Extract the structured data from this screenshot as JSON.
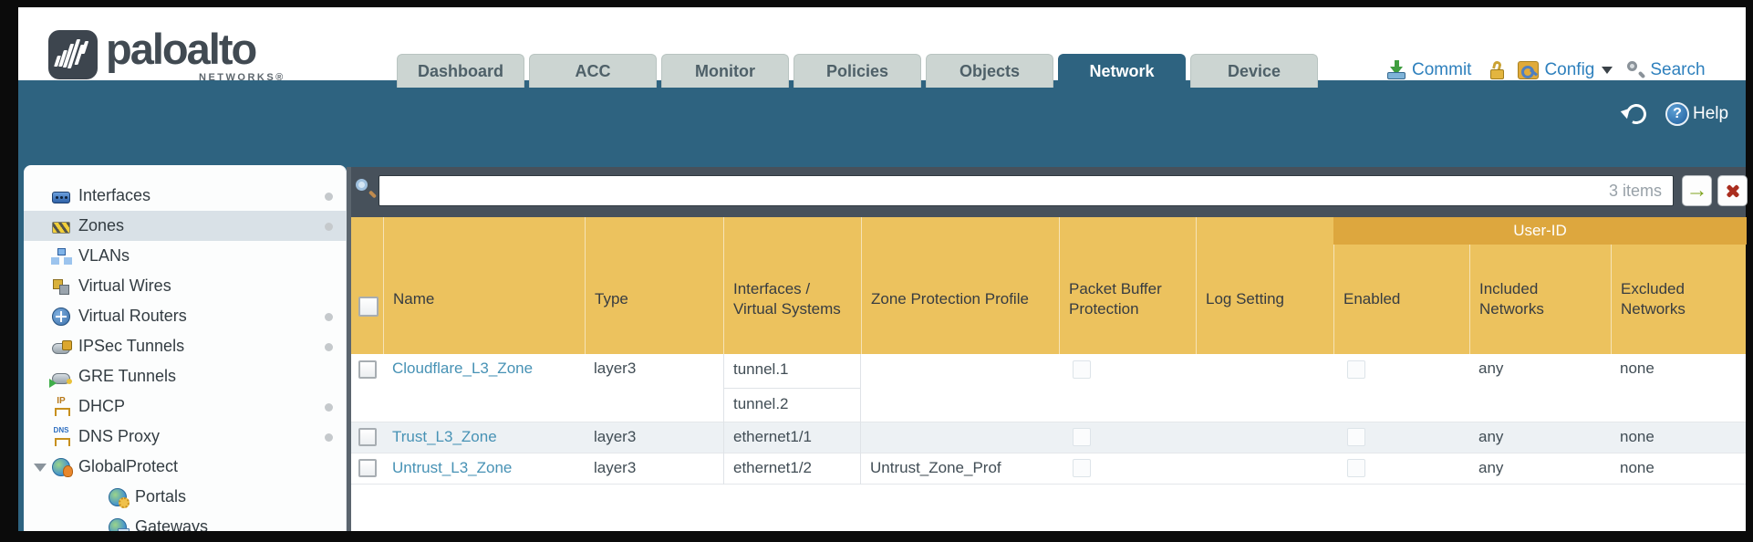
{
  "header": {
    "logo": {
      "brand": "paloalto",
      "sub": "NETWORKS®"
    },
    "tabs": [
      {
        "label": "Dashboard",
        "active": false
      },
      {
        "label": "ACC",
        "active": false
      },
      {
        "label": "Monitor",
        "active": false
      },
      {
        "label": "Policies",
        "active": false
      },
      {
        "label": "Objects",
        "active": false
      },
      {
        "label": "Network",
        "active": true
      },
      {
        "label": "Device",
        "active": false
      }
    ],
    "actions": {
      "commit_label": "Commit",
      "config_label": "Config",
      "search_label": "Search"
    }
  },
  "toolbar": {
    "help_label": "Help"
  },
  "filterbar": {
    "count": "3 items",
    "query": ""
  },
  "sidebar": {
    "items": [
      {
        "label": "Interfaces",
        "icon": "interfaces-icon",
        "dot": true,
        "selected": false
      },
      {
        "label": "Zones",
        "icon": "zones-icon",
        "dot": true,
        "selected": true
      },
      {
        "label": "VLANs",
        "icon": "vlans-icon",
        "dot": false,
        "selected": false
      },
      {
        "label": "Virtual Wires",
        "icon": "virtual-wires-icon",
        "dot": false,
        "selected": false
      },
      {
        "label": "Virtual Routers",
        "icon": "virtual-routers-icon",
        "dot": true,
        "selected": false
      },
      {
        "label": "IPSec Tunnels",
        "icon": "ipsec-tunnels-icon",
        "dot": true,
        "selected": false
      },
      {
        "label": "GRE Tunnels",
        "icon": "gre-tunnels-icon",
        "dot": false,
        "selected": false
      },
      {
        "label": "DHCP",
        "icon": "dhcp-icon",
        "icon_text": "IP",
        "dot": true,
        "selected": false
      },
      {
        "label": "DNS Proxy",
        "icon": "dns-proxy-icon",
        "icon_text": "DNS",
        "dot": true,
        "selected": false
      },
      {
        "label": "GlobalProtect",
        "icon": "globalprotect-icon",
        "dot": false,
        "selected": false,
        "expanded": true
      },
      {
        "label": "Portals",
        "icon": "portals-icon",
        "dot": false,
        "selected": false,
        "indent": true
      },
      {
        "label": "Gateways",
        "icon": "gateways-icon",
        "dot": false,
        "selected": false,
        "indent": true
      }
    ]
  },
  "table": {
    "group_header": "User-ID",
    "columns": [
      "Name",
      "Type",
      "Interfaces / Virtual Systems",
      "Zone Protection Profile",
      "Packet Buffer Protection",
      "Log Setting",
      "Enabled",
      "Included Networks",
      "Excluded Networks"
    ],
    "rows": [
      {
        "name": "Cloudflare_L3_Zone",
        "type": "layer3",
        "interfaces": [
          "tunnel.1",
          "tunnel.2"
        ],
        "zone_protection_profile": "",
        "packet_buffer_checked": false,
        "log_setting": "",
        "enabled_checked": false,
        "included_networks": "any",
        "excluded_networks": "none"
      },
      {
        "name": "Trust_L3_Zone",
        "type": "layer3",
        "interfaces": [
          "ethernet1/1"
        ],
        "zone_protection_profile": "",
        "packet_buffer_checked": false,
        "log_setting": "",
        "enabled_checked": false,
        "included_networks": "any",
        "excluded_networks": "none"
      },
      {
        "name": "Untrust_L3_Zone",
        "type": "layer3",
        "interfaces": [
          "ethernet1/2"
        ],
        "zone_protection_profile": "Untrust_Zone_Prof",
        "packet_buffer_checked": false,
        "log_setting": "",
        "enabled_checked": false,
        "included_networks": "any",
        "excluded_networks": "none"
      }
    ]
  }
}
